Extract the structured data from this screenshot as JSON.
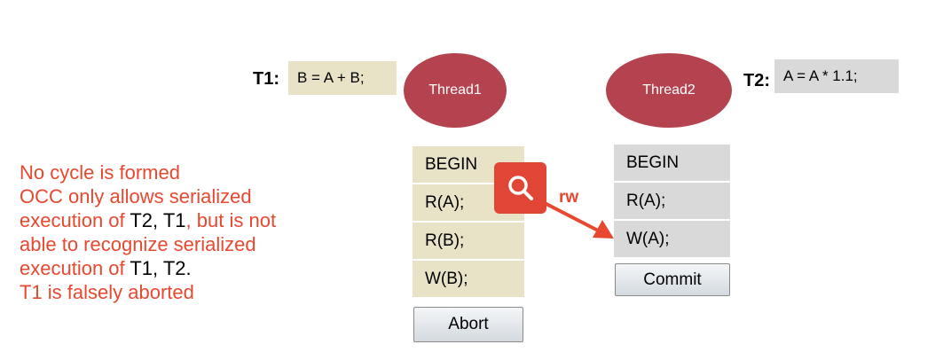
{
  "t1": {
    "label": "T1:",
    "statement": "B = A + B;",
    "thread": "Thread1",
    "ops": [
      "BEGIN",
      "R(A);",
      "R(B);",
      "W(B);"
    ],
    "button": "Abort"
  },
  "t2": {
    "label": "T2:",
    "statement": "A = A * 1.1;",
    "thread": "Thread2",
    "ops": [
      "BEGIN",
      "R(A);",
      "W(A);"
    ],
    "button": "Commit"
  },
  "edge_label": "rw",
  "notes": {
    "line1": "No cycle is formed",
    "line2": "OCC only allows serialized",
    "line3_a": "execution of ",
    "line3_b": "T2, T1",
    "line3_c": ", but is not",
    "line4": "able to recognize serialized",
    "line5_a": "execution of ",
    "line5_b": "T1, T2.",
    "line6": "T1 is falsely aborted"
  },
  "colors": {
    "accent_red": "#e8482f",
    "thread_fill": "#b5424f",
    "t1_fill": "#e8e3c6",
    "t2_fill": "#d9d9d9"
  },
  "icons": {
    "badge": "search-icon"
  }
}
